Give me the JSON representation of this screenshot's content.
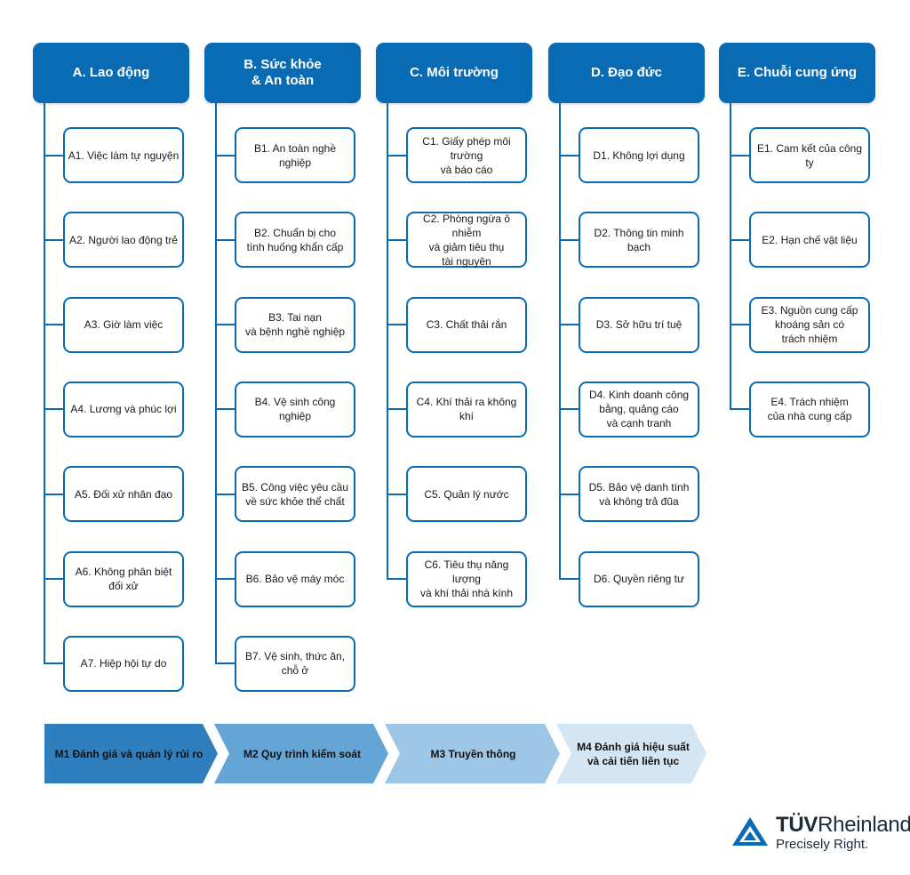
{
  "columns": [
    {
      "title": "A. Lao động",
      "items": [
        "A1. Việc làm tự nguyện",
        "A2. Người lao động trẻ",
        "A3. Giờ làm việc",
        "A4. Lương và phúc lợi",
        "A5. Đối xử nhân đạo",
        "A6. Không phân biệt\nđối xử",
        "A7. Hiệp hội tự do"
      ]
    },
    {
      "title": "B. Sức khỏe\n& An toàn",
      "items": [
        "B1. An toàn nghề nghiệp",
        "B2. Chuẩn bị cho\ntình huống khẩn cấp",
        "B3. Tai nạn\nvà bệnh nghề nghiệp",
        "B4. Vệ sinh công nghiệp",
        "B5. Công việc yêu cầu\nvề sức khỏe thể chất",
        "B6. Bảo vệ máy móc",
        "B7. Vệ sinh, thức ăn,\nchỗ ở"
      ]
    },
    {
      "title": "C. Môi trường",
      "items": [
        "C1. Giấy phép môi trường\nvà báo cáo",
        "C2. Phòng ngừa ô nhiễm\nvà giảm tiêu thụ\ntài nguyên",
        "C3. Chất thải rắn",
        "C4. Khí thải ra không khí",
        "C5. Quản lý nước",
        "C6. Tiêu thụ năng lượng\nvà khí thải nhà kính"
      ]
    },
    {
      "title": "D. Đạo đức",
      "items": [
        "D1. Không lợi dụng",
        "D2. Thông tin minh bạch",
        "D3. Sở hữu trí tuệ",
        "D4. Kinh doanh công\nbằng, quảng cáo\nvà cạnh tranh",
        "D5. Bảo vệ danh tính\nvà không trả đũa",
        "D6. Quyền riêng tư"
      ]
    },
    {
      "title": "E. Chuỗi cung ứng",
      "items": [
        "E1. Cam kết của công ty",
        "E2. Hạn chế vật liệu",
        "E3. Nguồn cung cấp\nkhoáng sản có\ntrách nhiệm",
        "E4. Trách nhiệm\ncủa nhà cung cấp"
      ]
    }
  ],
  "phases": [
    {
      "label": "M1 Đánh giá và quản lý rủi ro",
      "color": "#2f7fbf"
    },
    {
      "label": "M2 Quy trình kiểm soát",
      "color": "#64a5d6"
    },
    {
      "label": "M3 Truyền thông",
      "color": "#9ec6e6"
    },
    {
      "label": "M4 Đánh giá hiệu suất\nvà cải tiến liên tục",
      "color": "#d4e6f4"
    }
  ],
  "logo": {
    "brand_bold": "TÜV",
    "brand_rest": "Rheinland",
    "registered": "®",
    "tagline": "Precisely Right.",
    "icon": "triangle-logo-icon",
    "color": "#0a6bb5"
  },
  "colors": {
    "accent": "#0a6bb5"
  }
}
